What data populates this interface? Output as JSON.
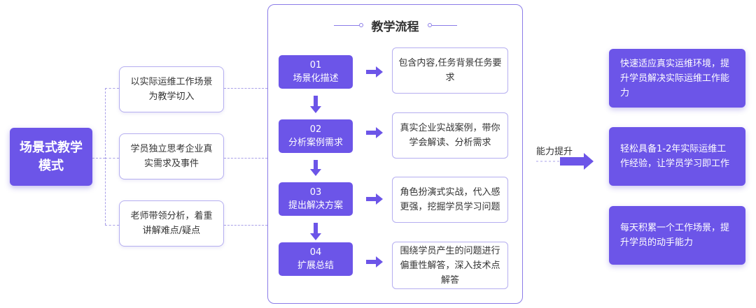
{
  "mode": {
    "label": "场景式教学模式"
  },
  "left_items": [
    {
      "text": "以实际运维工作场景为教学切入"
    },
    {
      "text": "学员独立思考企业真实需求及事件"
    },
    {
      "text": "老师带领分析，着重讲解难点/疑点"
    }
  ],
  "panel": {
    "title": "教学流程",
    "steps": [
      {
        "num": "01",
        "label": "场景化描述",
        "detail": "包含内容,任务背景任务要求"
      },
      {
        "num": "02",
        "label": "分析案例需求",
        "detail": "真实企业实战案例，带你学会解读、分析需求"
      },
      {
        "num": "03",
        "label": "提出解决方案",
        "detail": "角色扮演式实战，代入感更强，挖掘学员学习问题"
      },
      {
        "num": "04",
        "label": "扩展总结",
        "detail": "围绕学员产生的问题进行偏重性解答，深入技术点解答"
      }
    ]
  },
  "capability": {
    "label": "能力提升"
  },
  "results": [
    {
      "text": "快速适应真实运维环境，提升学员解决实际运维工作能力"
    },
    {
      "text": "轻松具备1-2年实际运维工作经验，让学员学习即工作"
    },
    {
      "text": "每天积累一个工作场景，提升学员的动手能力"
    }
  ],
  "colors": {
    "accent": "#6c55e8",
    "border": "#b5aef0",
    "frame": "#8b7ce8"
  }
}
